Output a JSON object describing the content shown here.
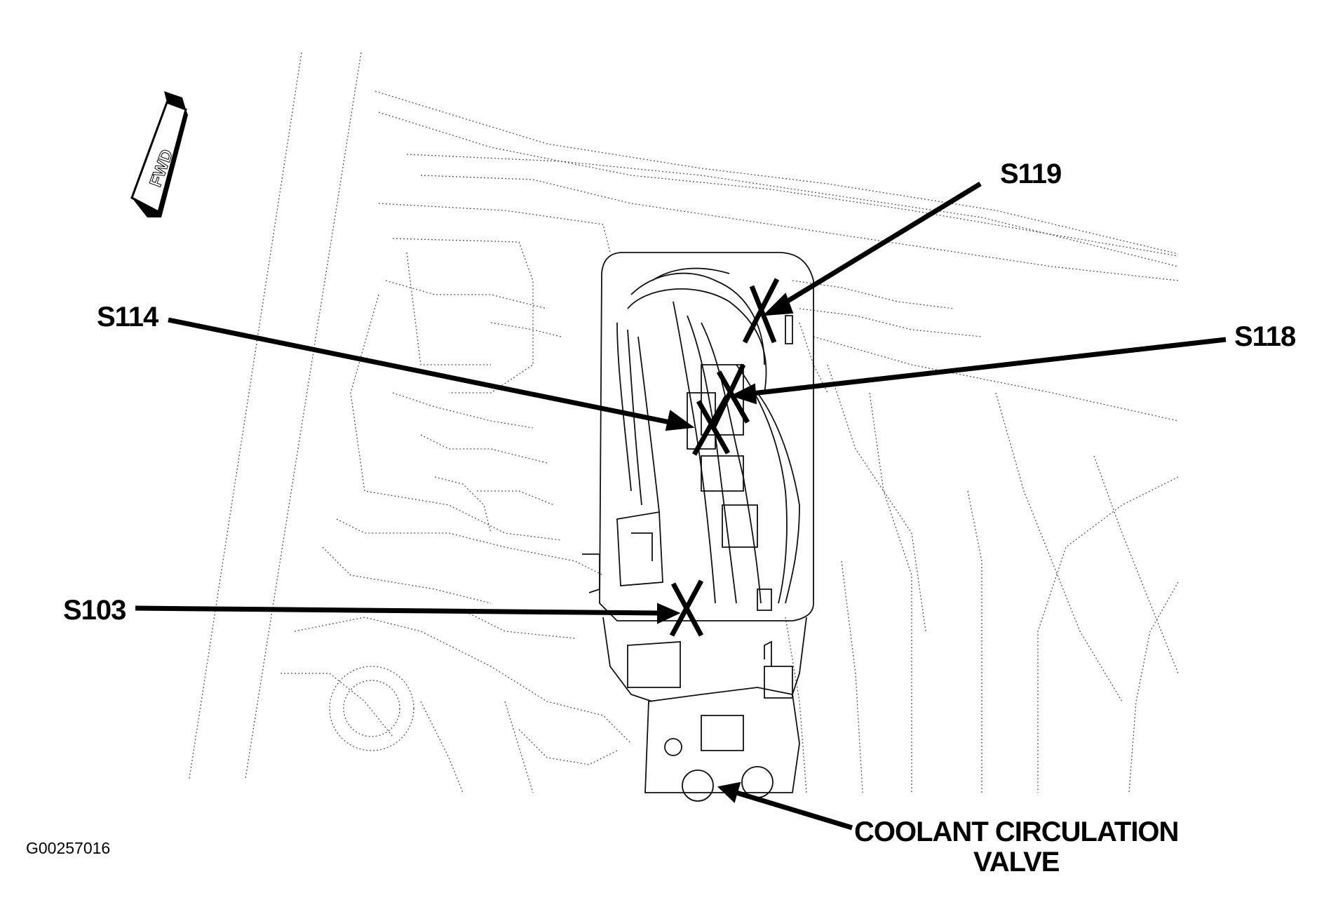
{
  "figure_id": "G00257016",
  "orientation": {
    "arrow_label": "FWD"
  },
  "callouts": [
    {
      "id": "s119",
      "label": "S119"
    },
    {
      "id": "s114",
      "label": "S114"
    },
    {
      "id": "s118",
      "label": "S118"
    },
    {
      "id": "s103",
      "label": "S103"
    },
    {
      "id": "coolant",
      "label_line1": "COOLANT CIRCULATION",
      "label_line2": "VALVE"
    }
  ],
  "colors": {
    "ink": "#000000",
    "background": "#ffffff"
  }
}
